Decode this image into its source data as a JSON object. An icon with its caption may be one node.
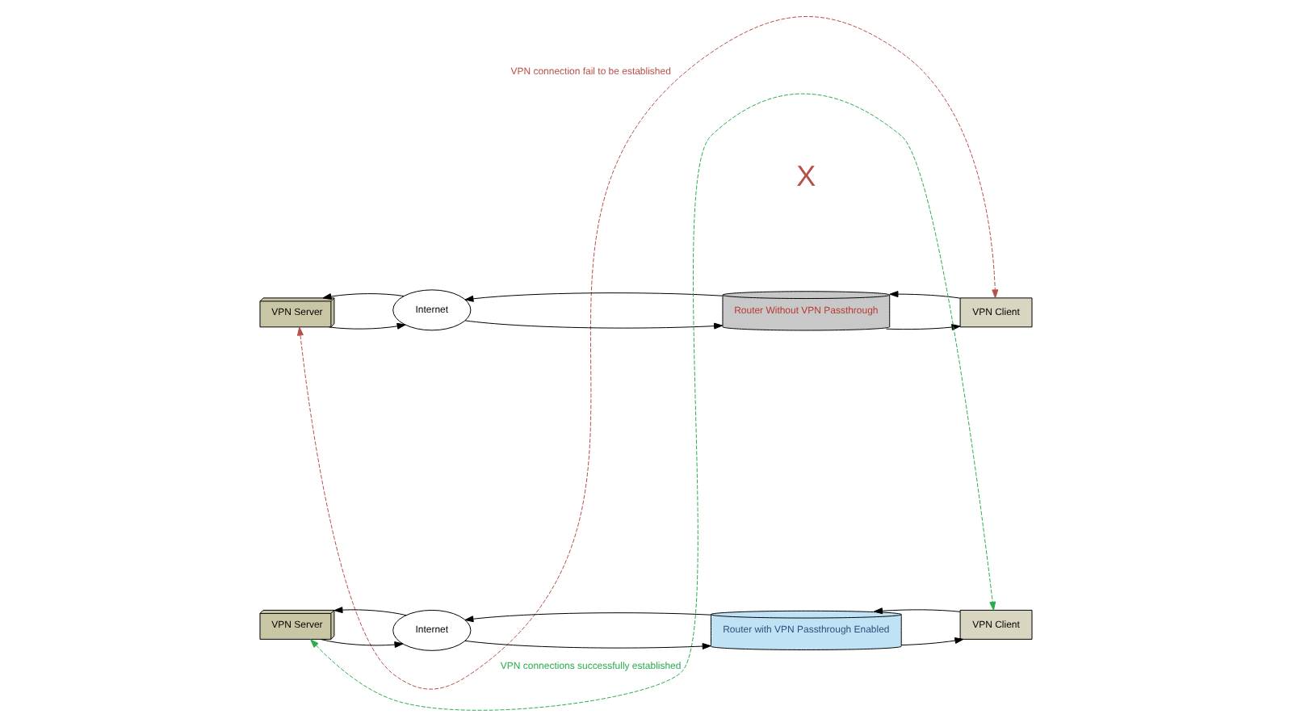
{
  "diagram": {
    "nodes": [
      {
        "text": [
          "VPN Server"
        ]
      },
      {
        "text": [
          "Internet"
        ]
      },
      {
        "text": [
          "Router Without VPN Passthrough"
        ]
      },
      {
        "text": [
          "VPN Client"
        ]
      },
      {
        "text": [
          "VPN Server"
        ]
      },
      {
        "text": [
          "Internet"
        ]
      },
      {
        "text": [
          "Router with VPN Passthrough Enabled"
        ]
      },
      {
        "text": [
          "VPN Client"
        ]
      }
    ],
    "edges": [
      {
        "from": 0,
        "to": 3,
        "arrow": "both",
        "style": "dashed",
        "color": "#b5504b",
        "label": "VPN connection fail to be established"
      },
      {
        "from": 1,
        "to": 0,
        "arrow": "to"
      },
      {
        "from": 0,
        "to": 1,
        "arrow": "to"
      },
      {
        "from": 2,
        "to": 1,
        "arrow": "to"
      },
      {
        "from": 1,
        "to": 2,
        "arrow": "to"
      },
      {
        "from": 3,
        "to": 2,
        "arrow": "to"
      },
      {
        "from": 2,
        "to": 3,
        "arrow": "to"
      },
      {
        "from": 4,
        "to": 7,
        "arrow": "both",
        "style": "dashed",
        "color": "#2eab4f",
        "label": "VPN connections successfully established"
      },
      {
        "from": 5,
        "to": 4,
        "arrow": "to"
      },
      {
        "from": 4,
        "to": 5,
        "arrow": "to"
      },
      {
        "from": 6,
        "to": 5,
        "arrow": "to"
      },
      {
        "from": 5,
        "to": 6,
        "arrow": "to"
      },
      {
        "from": 7,
        "to": 6,
        "arrow": "to"
      },
      {
        "from": 6,
        "to": 7,
        "arrow": "to"
      }
    ],
    "labels": [
      "X"
    ]
  }
}
